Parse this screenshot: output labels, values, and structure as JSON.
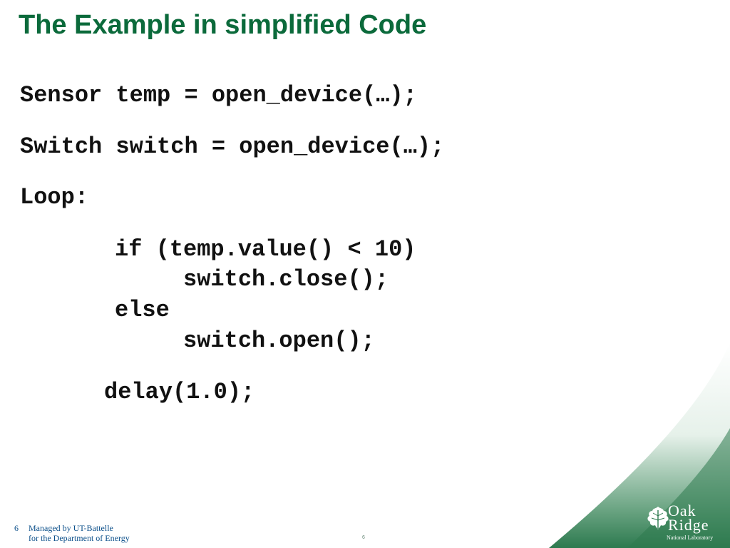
{
  "slide": {
    "title": "The Example in simplified Code",
    "code_lines": {
      "l1": "Sensor temp = open_device(…);",
      "l2": "Switch switch = open_device(…);",
      "l3": "Loop:",
      "l4": "if (temp.value() < 10)",
      "l5": "switch.close();",
      "l6": "else",
      "l7": "switch.open();",
      "l8": "delay(1.0);"
    }
  },
  "footer": {
    "page_number": "6",
    "managed_by_line1": "Managed by UT-Battelle",
    "managed_by_line2": "for the Department of Energy",
    "center_page_number": "6"
  },
  "logo": {
    "word1": "Oak",
    "word2": "Ridge",
    "subtitle": "National Laboratory",
    "icon": "oak-leaf-icon"
  },
  "colors": {
    "title": "#0b6a3b",
    "accent_green": "#2d7a4f",
    "footer_text": "#0b4f8a"
  }
}
